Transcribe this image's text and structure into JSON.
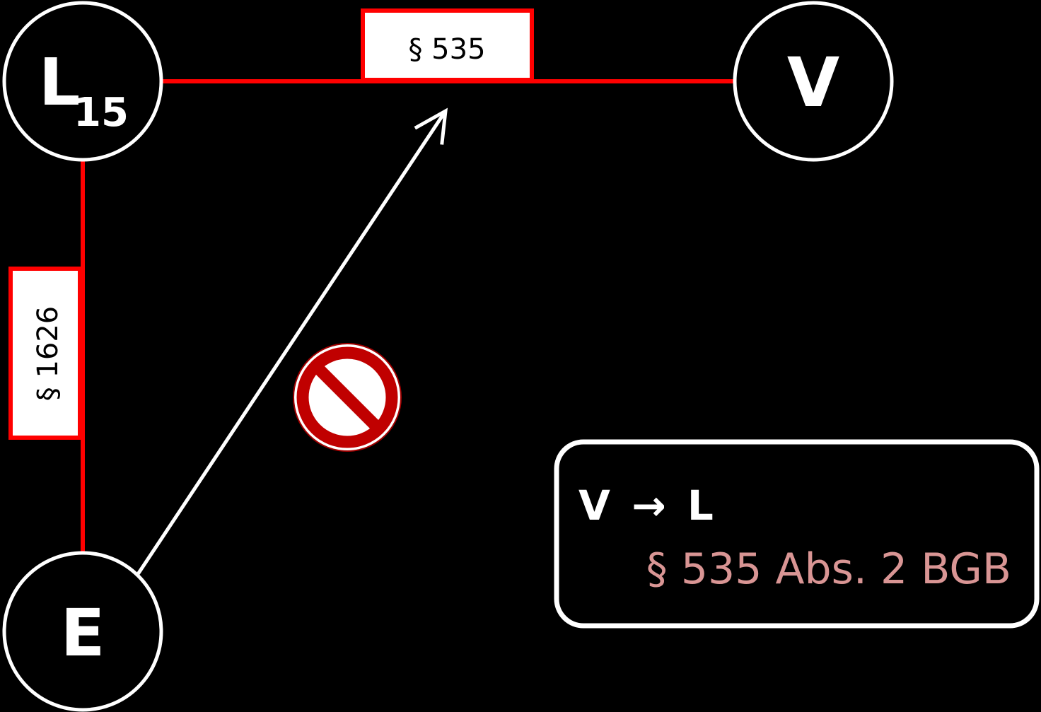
{
  "nodes": {
    "l": {
      "letter": "L",
      "subscript": "15"
    },
    "v": {
      "letter": "V"
    },
    "e": {
      "letter": "E"
    }
  },
  "edges": {
    "l_v": {
      "label": "§ 535"
    },
    "l_e": {
      "label": "§ 1626"
    }
  },
  "info_box": {
    "from": "V",
    "arrow": "→",
    "to": "L",
    "citation": "§ 535 Abs. 2 BGB"
  },
  "colors": {
    "background": "#000000",
    "line": "#ffffff",
    "relation": "#ff0000",
    "citation": "#d99594",
    "prohibition": "#c00000"
  },
  "icons": {
    "prohibited": "prohibition-icon"
  }
}
